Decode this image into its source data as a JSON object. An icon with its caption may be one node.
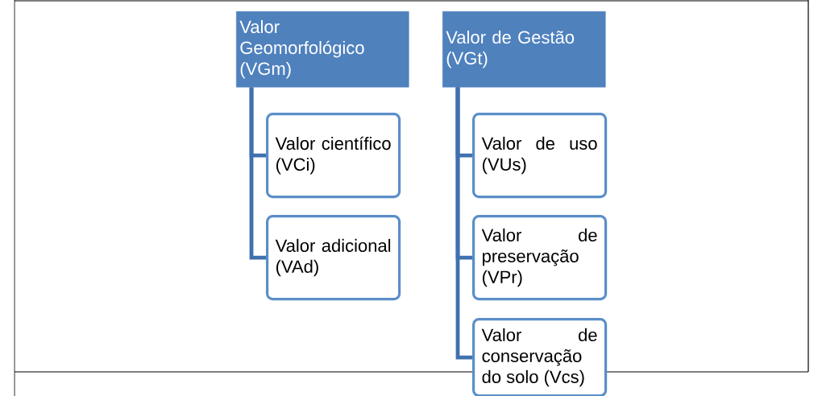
{
  "diagram": {
    "nodes": [
      {
        "text": [
          "Valor Geomorfológico (VGm)"
        ]
      },
      {
        "text": [
          "Valor de Gestão (VGt)"
        ]
      },
      {
        "text": [
          "Valor científico (VCi)"
        ]
      },
      {
        "text": [
          "Valor adicional (VAd)"
        ]
      },
      {
        "text": [
          "Valor de uso (VUs)"
        ]
      },
      {
        "text": [
          "Valor de preservação (VPr)"
        ]
      },
      {
        "text": [
          "Valor de conservação do solo (Vcs)"
        ]
      }
    ],
    "edges": [
      {
        "from": 0,
        "to": 2,
        "arrow": "none"
      },
      {
        "from": 0,
        "to": 3,
        "arrow": "none"
      },
      {
        "from": 1,
        "to": 4,
        "arrow": "none"
      },
      {
        "from": 1,
        "to": 5,
        "arrow": "none"
      },
      {
        "from": 1,
        "to": 6,
        "arrow": "none"
      }
    ]
  }
}
